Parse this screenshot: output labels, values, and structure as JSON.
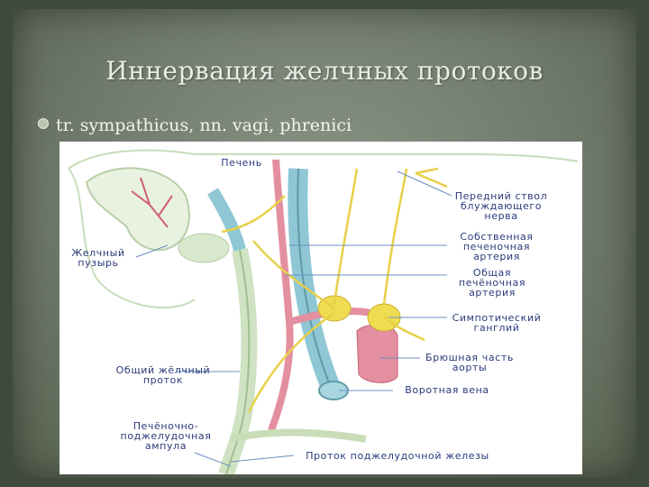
{
  "title": "Иннервация желчных протоков",
  "bullet": "tr. sympathicus, nn. vagi, phrenici",
  "labels": {
    "liver": "Печень",
    "gallbladder": "Желчный пузырь",
    "vagus": "Передний ствол блуждающего нерва",
    "proper_artery": "Собственная печеночная артерия",
    "common_artery": "Общая печёночная артерия",
    "ganglion": "Симпотический ганглий",
    "aorta": "Брюшная часть аорты",
    "portal_vein": "Воротная вена",
    "common_duct": "Общий жёлчный проток",
    "ampulla": "Печёночно-поджелудочная ампула",
    "pancreatic_duct": "Проток поджелудочной железы"
  },
  "colors": {
    "artery": "#e48fa0",
    "vein": "#8fc7d4",
    "nerve": "#e8d048",
    "duct": "#cfe3c3",
    "label": "#2b3a7a"
  }
}
